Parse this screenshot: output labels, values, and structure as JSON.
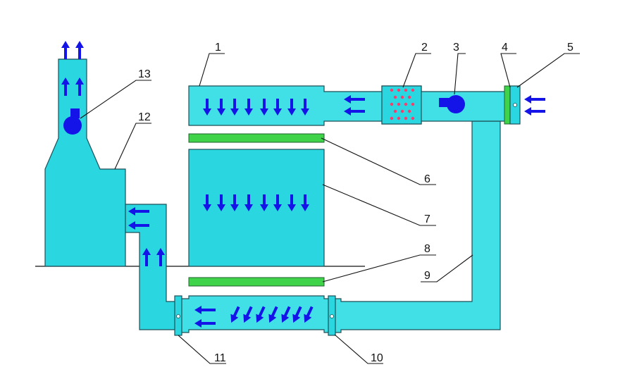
{
  "labels": {
    "l1": "1",
    "l2": "2",
    "l3": "3",
    "l4": "4",
    "l5": "5",
    "l6": "6",
    "l7": "7",
    "l8": "8",
    "l9": "9",
    "l10": "10",
    "l11": "11",
    "l12": "12",
    "l13": "13"
  },
  "colors": {
    "duct": "#2ad6e0",
    "filter": "#3fd34a",
    "arrow": "#1414e8",
    "heater_dots": "#ff3b6a"
  },
  "icons": {
    "fan": "fan-icon",
    "arrow": "arrow-icon"
  }
}
